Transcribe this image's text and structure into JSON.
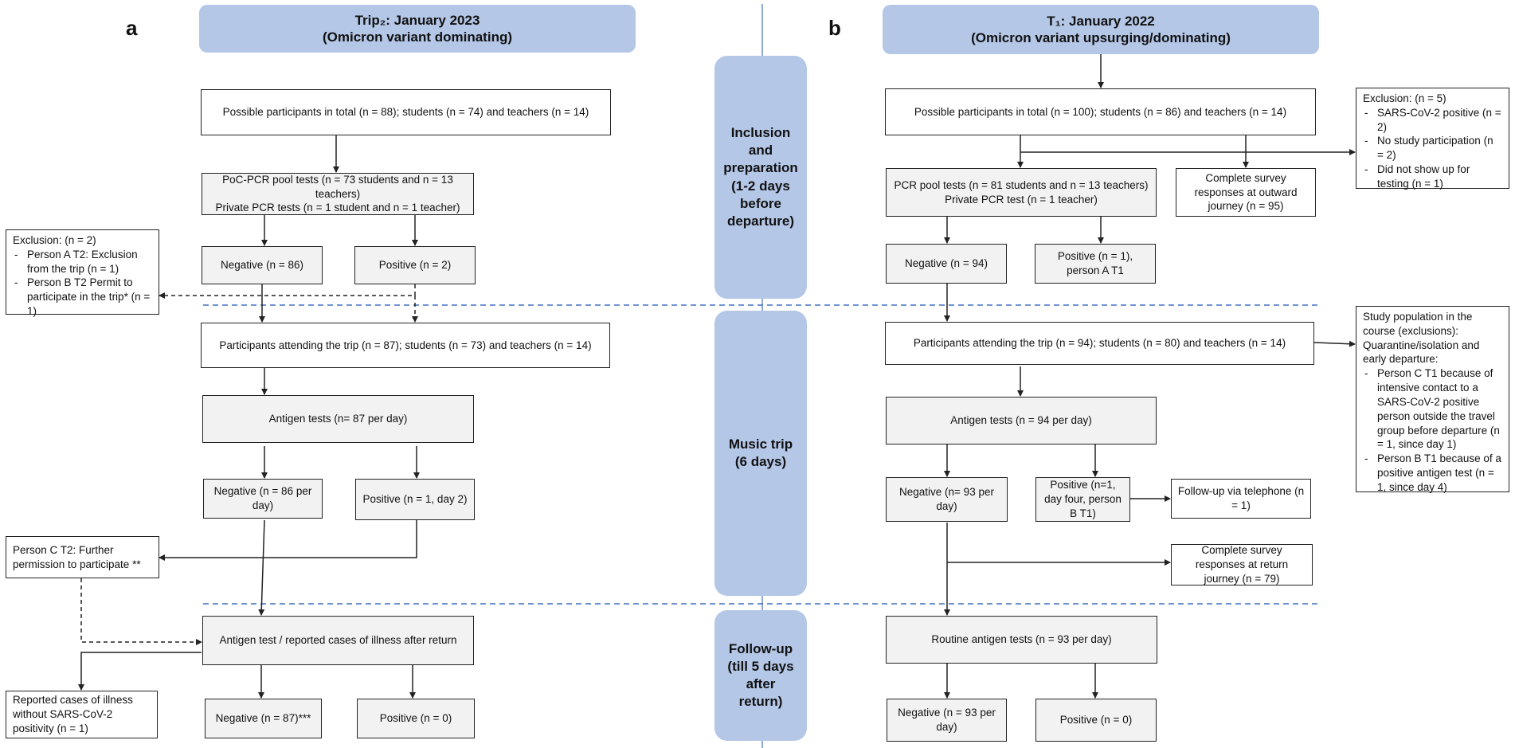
{
  "panel_a": {
    "letter": "a",
    "header_line1": "Trip₂: January 2023",
    "header_line2": "(Omicron variant dominating)",
    "possible": "Possible participants in total (n = 88); students (n = 74) and teachers (n = 14)",
    "pool_line1": "PoC-PCR pool tests (n = 73 students and n = 13 teachers)",
    "pool_line2": "Private PCR tests (n = 1 student and n = 1 teacher)",
    "neg1": "Negative (n = 86)",
    "pos1": "Positive (n = 2)",
    "exclusion_title": "Exclusion: (n = 2)",
    "exclusion_items": [
      "Person A T2: Exclusion from the trip (n = 1)",
      "Person B T2 Permit to participate in the trip* (n = 1)"
    ],
    "attending": "Participants attending the trip (n = 87); students (n = 73) and teachers (n = 14)",
    "antigen": "Antigen tests (n= 87 per day)",
    "neg2": "Negative (n = 86 per day)",
    "pos2": "Positive (n = 1, day 2)",
    "person_c": "Person C T2: Further permission to participate **",
    "after_return": "Antigen test / reported cases of illness after return",
    "illness": "Reported cases of illness without SARS-CoV-2 positivity (n = 1)",
    "neg3": "Negative (n = 87)***",
    "pos3": "Positive (n = 0)"
  },
  "phases": {
    "inclusion": "Inclusion and preparation (1-2 days before departure)",
    "music": "Music trip (6 days)",
    "followup": "Follow-up (till 5 days after return)"
  },
  "panel_b": {
    "letter": "b",
    "header_line1": "T₁: January 2022",
    "header_line2": "(Omicron variant upsurging/dominating)",
    "possible": "Possible participants in total (n = 100); students (n = 86) and teachers (n = 14)",
    "exclusion_title": "Exclusion: (n = 5)",
    "exclusion_items": [
      "SARS-CoV-2 positive (n = 2)",
      "No study participation (n = 2)",
      "Did not show up for testing (n = 1)"
    ],
    "pool_line1": "PCR pool tests (n = 81 students and n = 13 teachers)",
    "pool_line2": "Private PCR test (n = 1 teacher)",
    "survey_out": "Complete survey responses at outward journey (n = 95)",
    "neg1": "Negative (n = 94)",
    "pos1": "Positive (n = 1), person A T1",
    "attending": "Participants attending the trip (n = 94); students (n = 80) and teachers (n = 14)",
    "study_pop_title": "Study population in the course (exclusions): Quarantine/isolation and early departure:",
    "study_pop_items": [
      "Person C T1 because of intensive contact to a SARS-CoV-2 positive person outside the travel group before departure (n = 1, since day 1)",
      "Person B T1 because of a positive antigen test (n = 1, since day 4)"
    ],
    "antigen": "Antigen tests (n = 94 per day)",
    "neg2": "Negative (n= 93 per day)",
    "pos2": "Positive (n=1, day four, person B T1)",
    "followup_tel": "Follow-up via telephone (n = 1)",
    "survey_ret": "Complete survey responses at return journey (n = 79)",
    "routine": "Routine antigen tests (n = 93 per day)",
    "neg3": "Negative (n = 93 per day)",
    "pos3": "Positive (n = 0)"
  }
}
